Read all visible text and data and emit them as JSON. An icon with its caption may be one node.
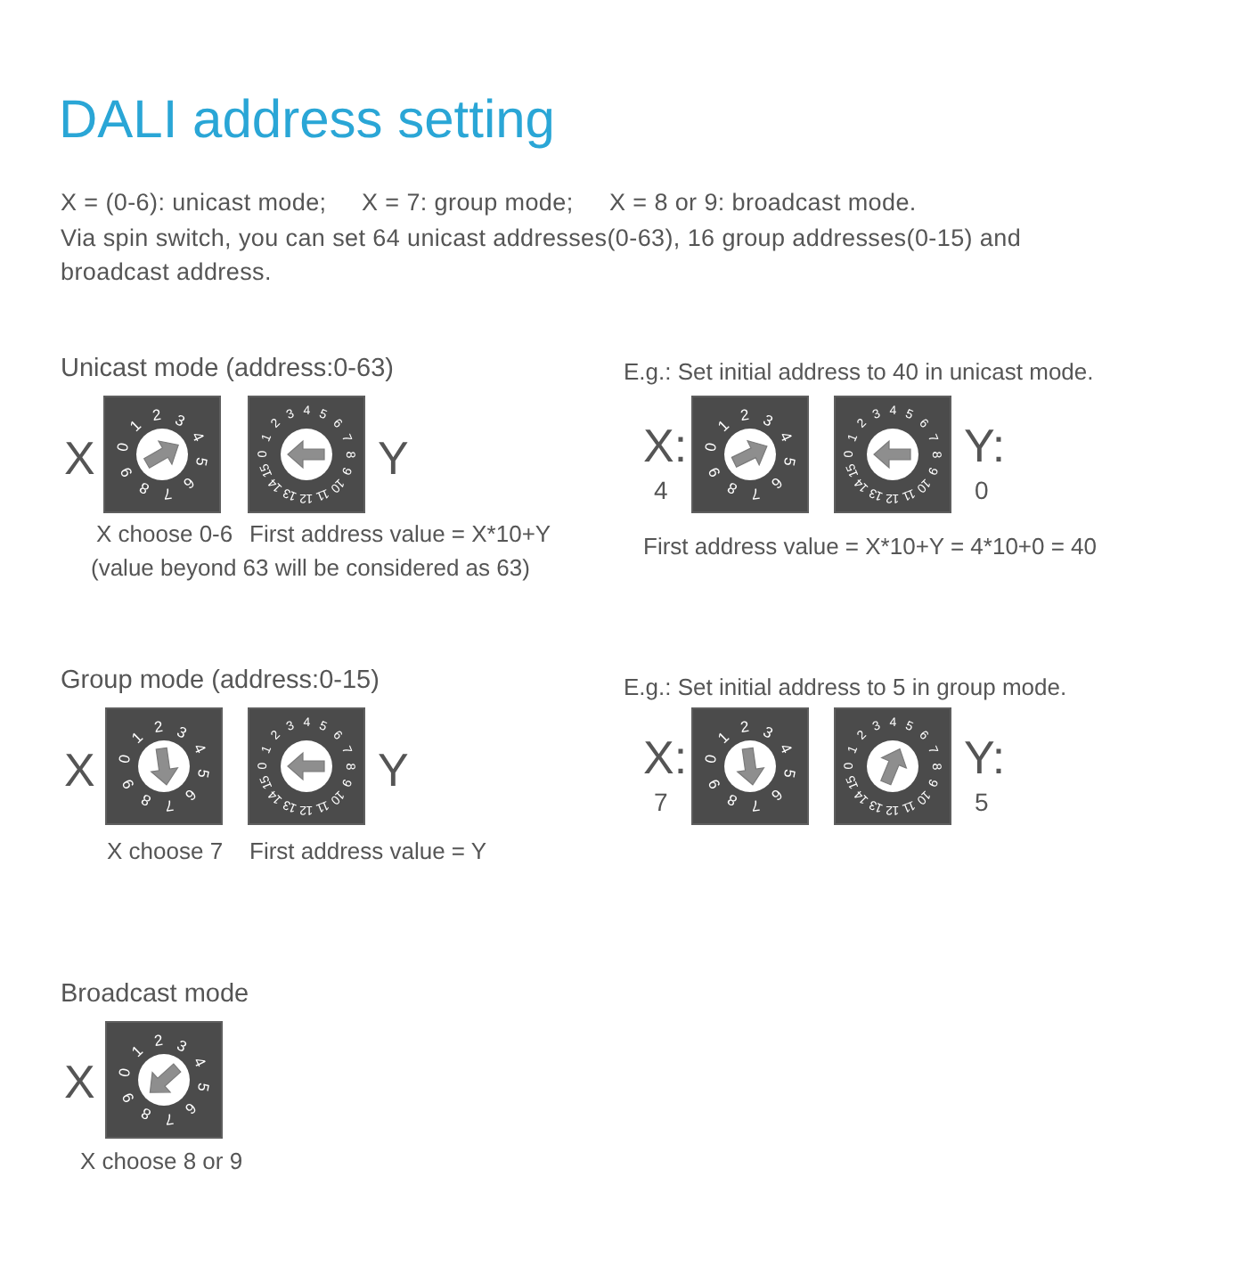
{
  "diagram": {
    "title": "DALI address setting",
    "nodes": [
      {
        "text": [
          "0",
          "1",
          "2",
          "3",
          "4",
          "5",
          "6",
          "7",
          "8",
          "9"
        ],
        "beside": [
          "X"
        ]
      },
      {
        "text": [
          "0",
          "1",
          "2",
          "3",
          "4",
          "5",
          "6",
          "7",
          "8",
          "9",
          "10",
          "11",
          "12",
          "13",
          "14",
          "15"
        ],
        "beside": [
          "Y"
        ]
      },
      {
        "text": [
          "0",
          "1",
          "2",
          "3",
          "4",
          "5",
          "6",
          "7",
          "8",
          "9"
        ],
        "beside": [
          "X:",
          "4"
        ]
      },
      {
        "text": [
          "0",
          "1",
          "2",
          "3",
          "4",
          "5",
          "6",
          "7",
          "8",
          "9",
          "10",
          "11",
          "12",
          "13",
          "14",
          "15"
        ],
        "beside": [
          "Y:",
          "0"
        ]
      },
      {
        "text": [
          "0",
          "1",
          "2",
          "3",
          "4",
          "5",
          "6",
          "7",
          "8",
          "9"
        ],
        "beside": [
          "X"
        ]
      },
      {
        "text": [
          "0",
          "1",
          "2",
          "3",
          "4",
          "5",
          "6",
          "7",
          "8",
          "9",
          "10",
          "11",
          "12",
          "13",
          "14",
          "15"
        ],
        "beside": [
          "Y"
        ]
      },
      {
        "text": [
          "0",
          "1",
          "2",
          "3",
          "4",
          "5",
          "6",
          "7",
          "8",
          "9"
        ],
        "beside": [
          "X:",
          "7"
        ]
      },
      {
        "text": [
          "0",
          "1",
          "2",
          "3",
          "4",
          "5",
          "6",
          "7",
          "8",
          "9",
          "10",
          "11",
          "12",
          "13",
          "14",
          "15"
        ],
        "beside": [
          "Y:",
          "5"
        ]
      },
      {
        "text": [
          "0",
          "1",
          "2",
          "3",
          "4",
          "5",
          "6",
          "7",
          "8",
          "9"
        ],
        "beside": [
          "X"
        ]
      }
    ],
    "labels": [
      "X = (0-6): unicast mode;",
      "X = 7: group mode;",
      "X = 8 or 9: broadcast mode.",
      "Via spin switch, you can set 64 unicast addresses(0-63), 16 group addresses(0-15) and broadcast address.",
      "Unicast mode (address:0-63)",
      "E.g.: Set initial address to 40 in unicast mode.",
      "X choose 0-6",
      "First address value = X*10+Y",
      "(value beyond 63 will be considered as 63)",
      "First address value = X*10+Y = 4*10+0 = 40",
      "Group mode (address:0-15)",
      "E.g.: Set initial address to 5 in group mode.",
      "X choose 7",
      "First address value = Y",
      "Broadcast mode",
      "X choose 8 or 9"
    ]
  }
}
